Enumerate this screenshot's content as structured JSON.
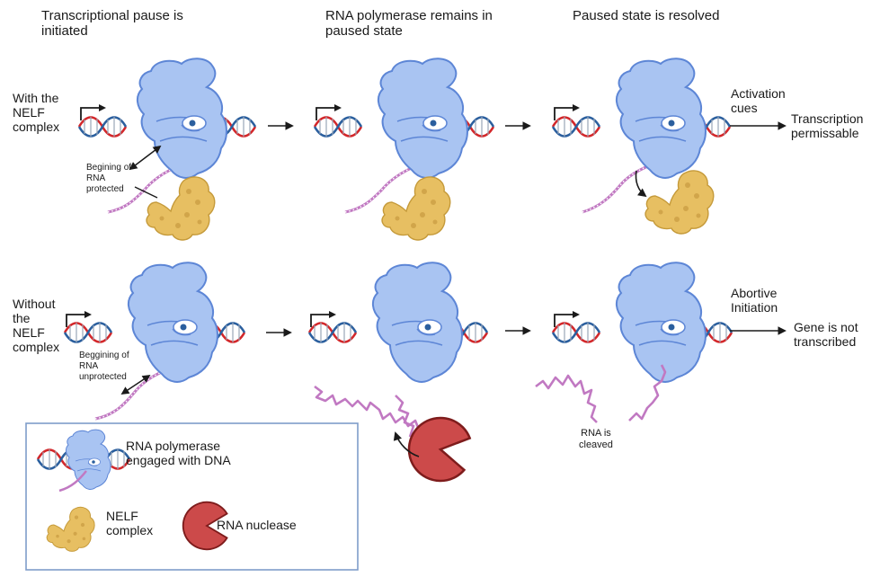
{
  "headers": {
    "col1": "Transcriptional pause is\ninitiated",
    "col2": "RNA polymerase remains in\npaused state",
    "col3": "Paused state is resolved"
  },
  "rows": {
    "with_nelf": "With the\nNELF\ncomplex",
    "without_nelf": "Without\nthe\nNELF\ncomplex"
  },
  "annotations": {
    "rna_protected": "Begining of\nRNA\nprotected",
    "rna_unprotected": "Beggining of\nRNA\nunprotected",
    "rna_cleaved": "RNA is\ncleaved"
  },
  "outcomes": {
    "activation_cues": "Activation\ncues",
    "transcription_permissable": "Transcription\npermissable",
    "abortive_initiation": "Abortive\nInitiation",
    "gene_not_transcribed": "Gene is not\ntranscribed"
  },
  "legend": {
    "polymerase": "RNA polymerase\nengaged with DNA",
    "nelf": "NELF\ncomplex",
    "nuclease": "RNA nuclease"
  },
  "colors": {
    "polymerase_fill": "#a9c4f2",
    "polymerase_stroke": "#5d86d6",
    "dna_red": "#d3272a",
    "dna_blue": "#2b5f9e",
    "rna": "#c179c2",
    "nelf_fill": "#e7bf62",
    "nelf_stroke": "#c59a3a",
    "nuclease_fill": "#cc4a4a",
    "nuclease_stroke": "#7e1c1c",
    "legend_border": "#7f9cc9"
  }
}
